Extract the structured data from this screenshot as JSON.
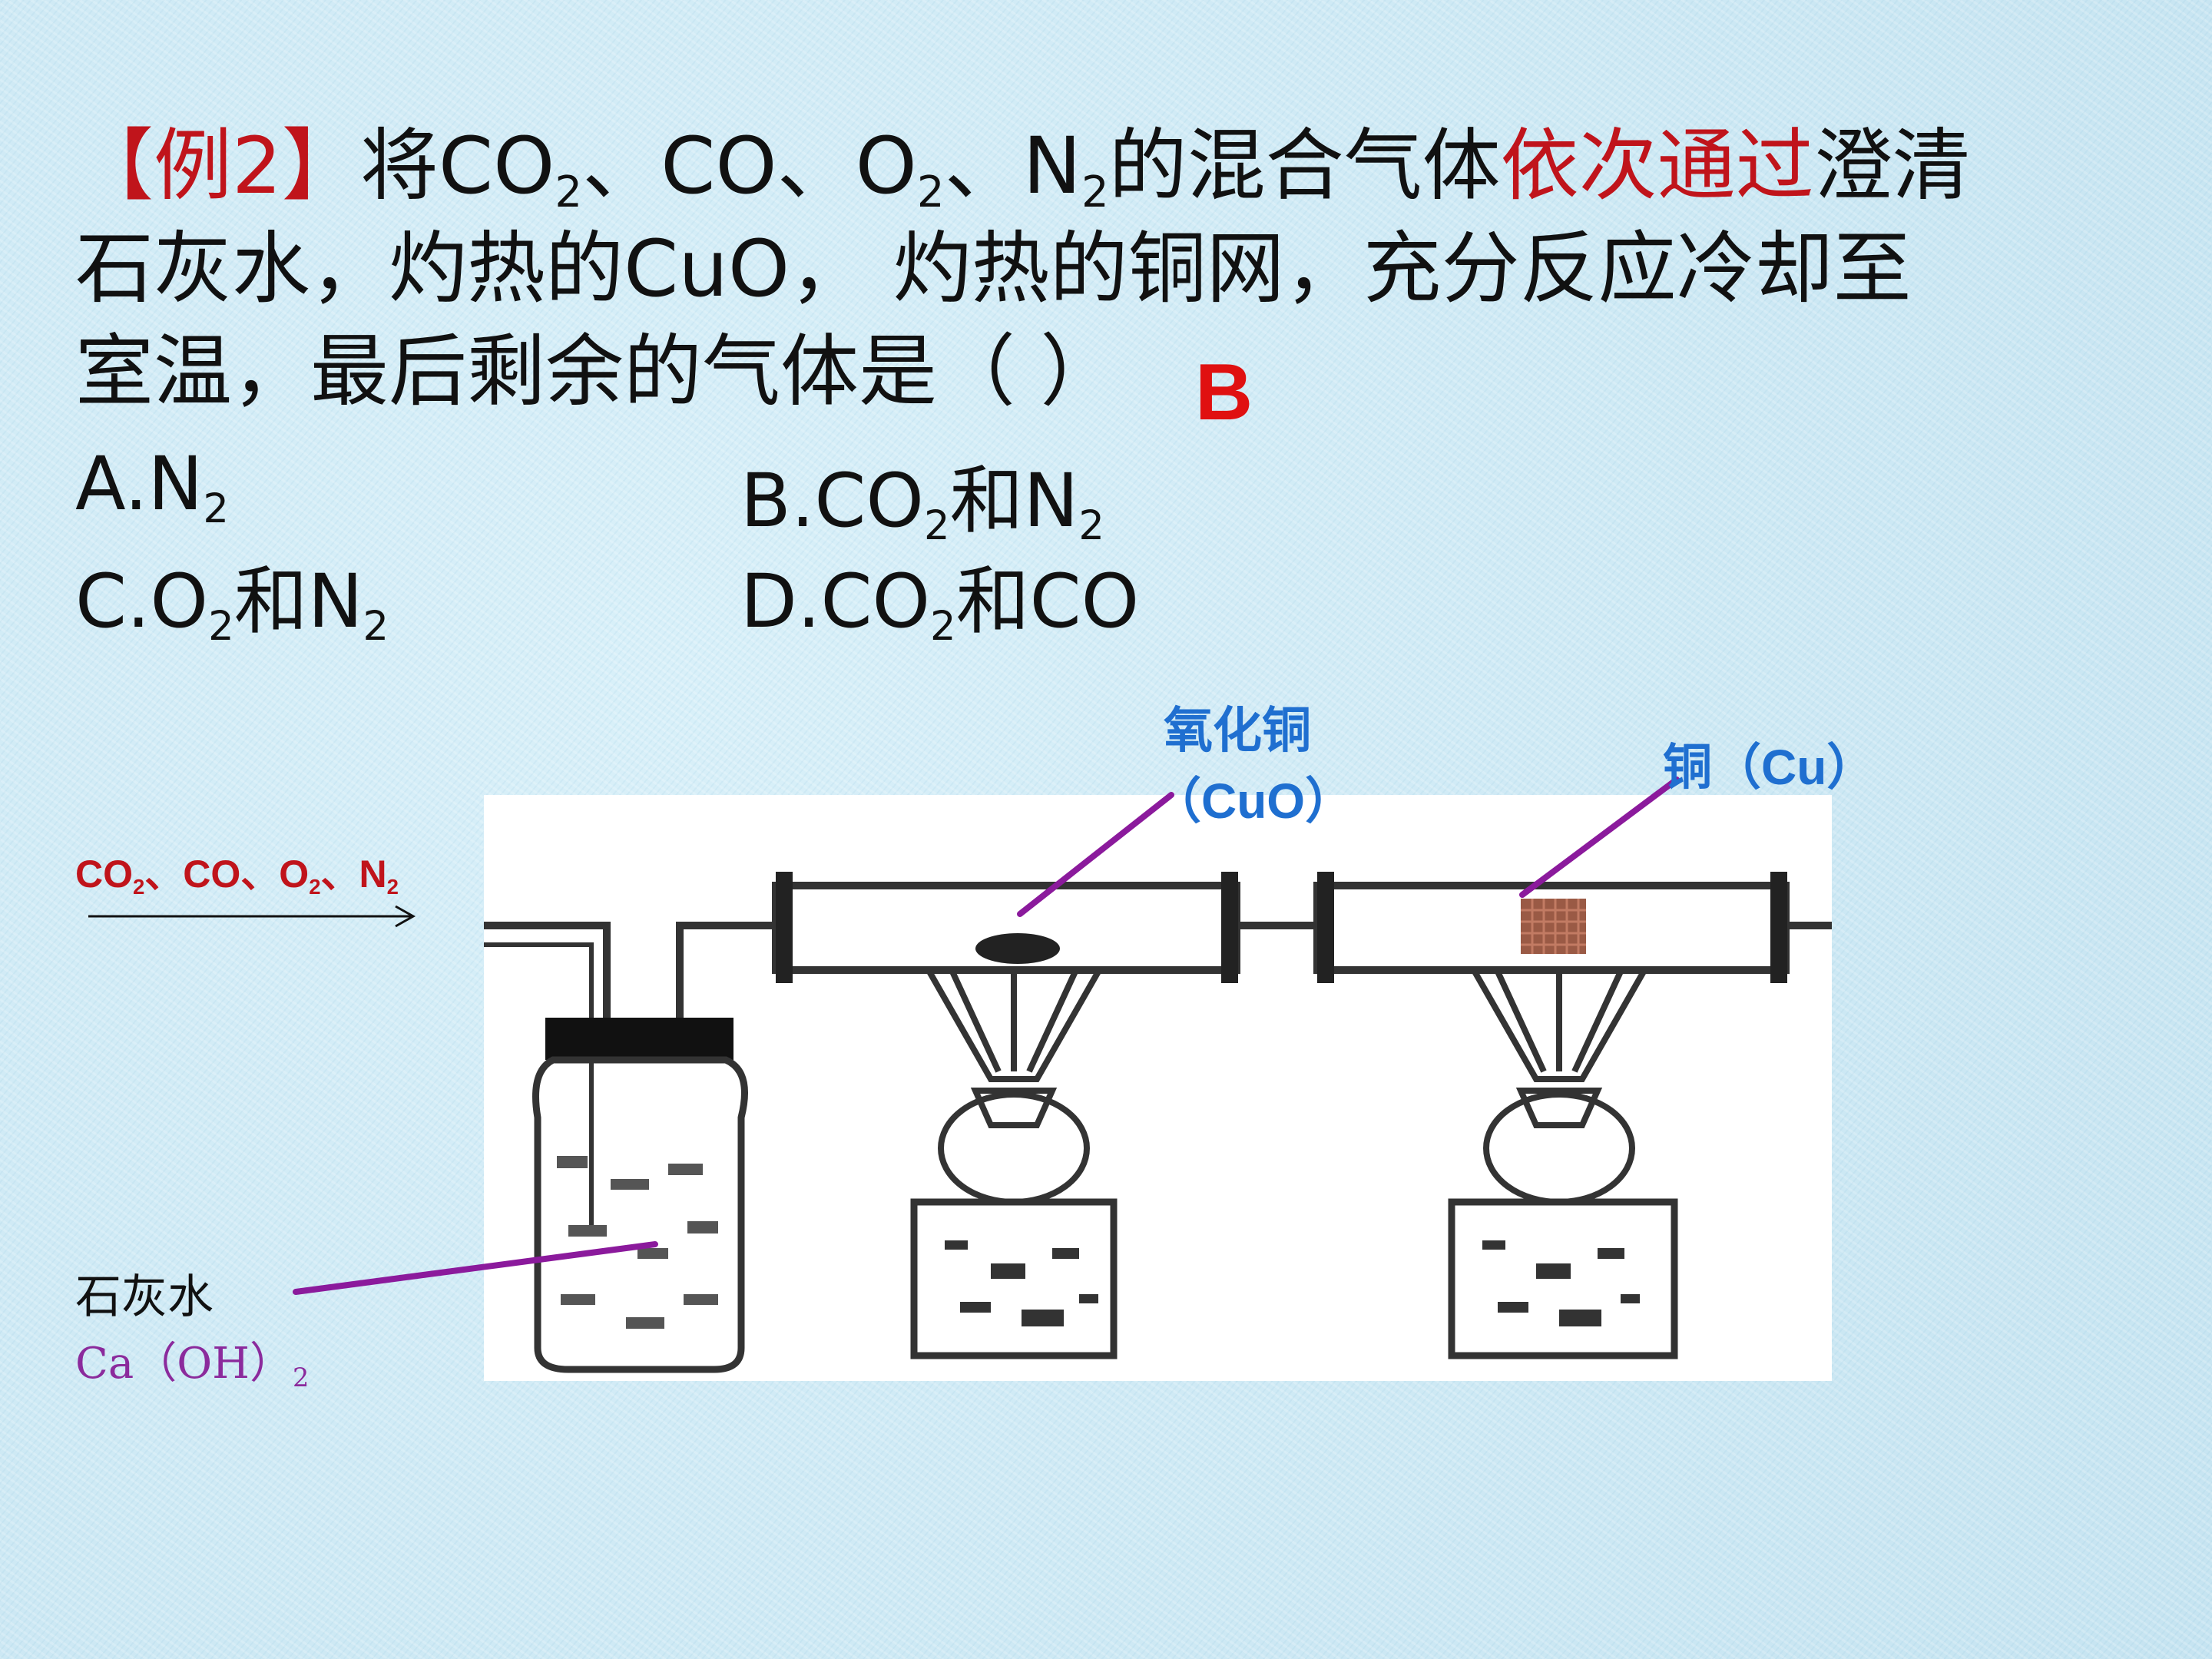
{
  "question": {
    "line1": {
      "prefix": "【例2】",
      "t1": "将CO",
      "s1": "2",
      "t2": "、CO、O",
      "s2": "2",
      "t3": "、N",
      "s3": "2",
      "t4": "的混合气体",
      "highlight": "依次通过",
      "t5": "澄清"
    },
    "line2": "石灰水，灼热的CuO， 灼热的铜网，充分反应冷却至",
    "line3": "室温，最后剩余的气体是（        ）",
    "answer": "B"
  },
  "options": {
    "a": {
      "t1": "A.N",
      "s1": "2"
    },
    "b": {
      "t1": "B.CO",
      "s1": "2",
      "t2": "和N",
      "s2": "2"
    },
    "c": {
      "t1": "C.O",
      "s1": "2",
      "t2": "和N",
      "s2": "2"
    },
    "d": {
      "t1": "D.CO",
      "s1": "2",
      "t2": "和CO"
    }
  },
  "labels": {
    "cuo_line1": "氧化铜",
    "cuo_line2": "（CuO）",
    "cu": "铜（Cu）",
    "gas_mix": {
      "t1": "CO",
      "s1": "2",
      "t2": "、CO、O",
      "s2": "2",
      "t3": "、N",
      "s3": "2"
    },
    "limewater": "石灰水",
    "formula": {
      "t1": "Ca（OH）",
      "s1": "2"
    }
  },
  "colors": {
    "highlight": "#c0141b",
    "answer": "#e01010",
    "label_blue": "#1f6fd0",
    "pointer": "#8b1a9c"
  }
}
